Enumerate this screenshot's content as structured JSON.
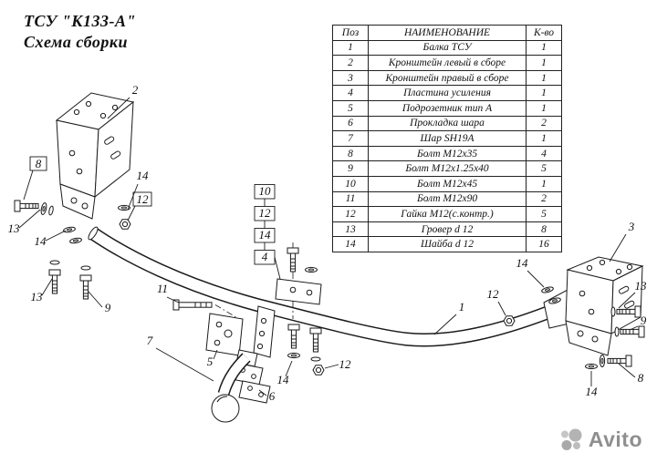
{
  "title": {
    "line1": "ТСУ \"К133-А\"",
    "line2": "Схема сборки"
  },
  "table": {
    "headers": [
      "Поз",
      "НАИМЕНОВАНИЕ",
      "К-во"
    ],
    "rows": [
      [
        "1",
        "Балка ТСУ",
        "1"
      ],
      [
        "2",
        "Кронштейн левый в сборе",
        "1"
      ],
      [
        "3",
        "Кронштейн правый в сборе",
        "1"
      ],
      [
        "4",
        "Пластина усиления",
        "1"
      ],
      [
        "5",
        "Подрозетник тип А",
        "1"
      ],
      [
        "6",
        "Прокладка шара",
        "2"
      ],
      [
        "7",
        "Шар SH19A",
        "1"
      ],
      [
        "8",
        "Болт М12х35",
        "4"
      ],
      [
        "9",
        "Болт М12х1.25х40",
        "5"
      ],
      [
        "10",
        "Болт М12х45",
        "1"
      ],
      [
        "11",
        "Болт М12х90",
        "2"
      ],
      [
        "12",
        "Гайка М12(с.контр.)",
        "5"
      ],
      [
        "13",
        "Гровер d 12",
        "8"
      ],
      [
        "14",
        "Шайба d 12",
        "16"
      ]
    ]
  },
  "callouts": {
    "1": "1",
    "2": "2",
    "3": "3",
    "4": "4",
    "5": "5",
    "6": "6",
    "7": "7",
    "8": "8",
    "9": "9",
    "10": "10",
    "11": "11",
    "12": "12",
    "13": "13",
    "14": "14"
  },
  "watermark": {
    "text": "Avito"
  },
  "colors": {
    "line": "#1a1a1a",
    "watermark_text": "#8f8f8f"
  }
}
